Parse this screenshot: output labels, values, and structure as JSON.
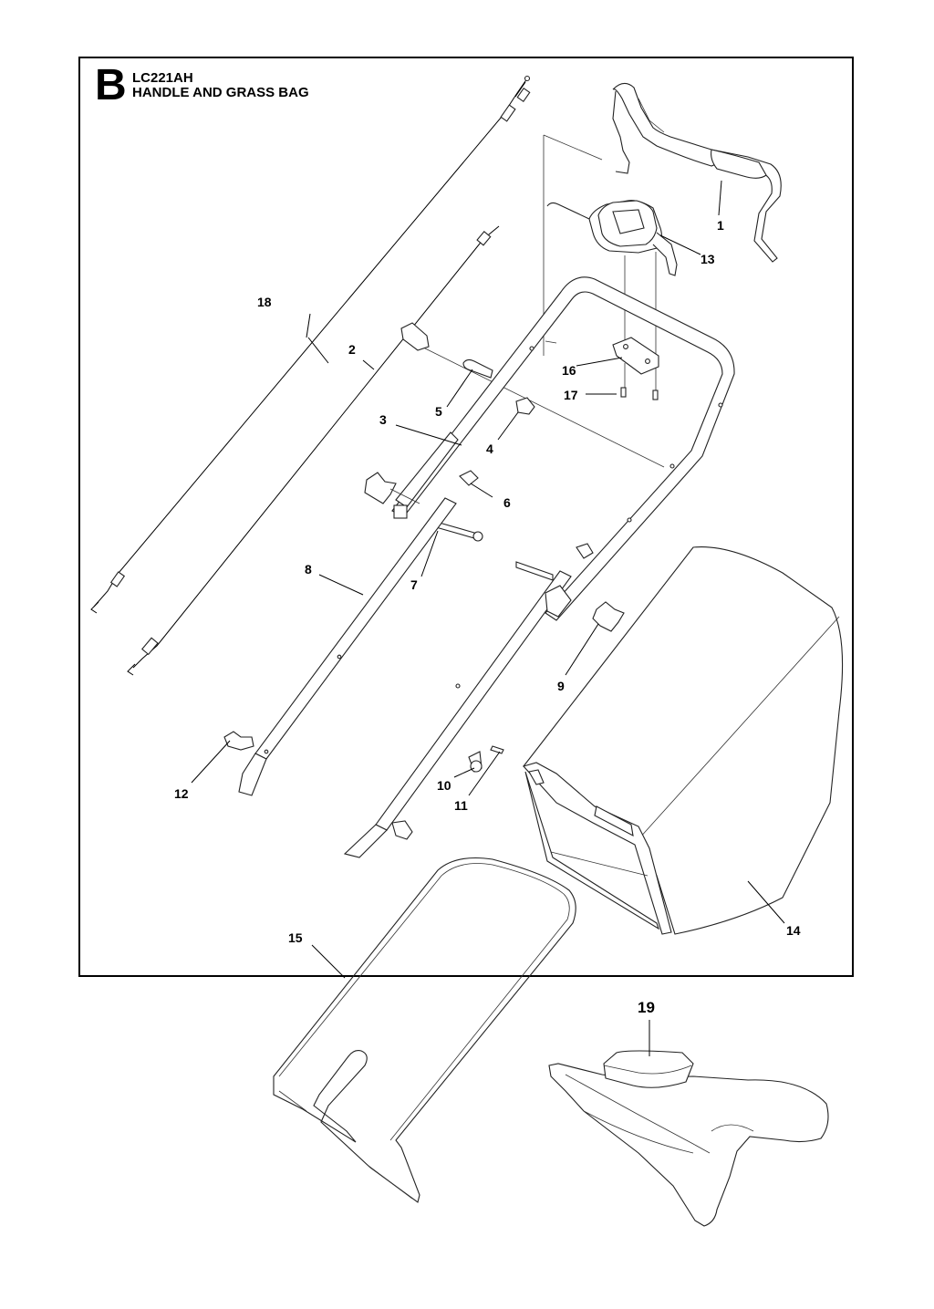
{
  "header": {
    "section_letter": "B",
    "model": "LC221AH",
    "title": "HANDLE AND GRASS BAG"
  },
  "callouts": {
    "c1": "1",
    "c2": "2",
    "c3": "3",
    "c4": "4",
    "c5": "5",
    "c6": "6",
    "c7": "7",
    "c8": "8",
    "c9": "9",
    "c10": "10",
    "c11": "11",
    "c12": "12",
    "c13": "13",
    "c14": "14",
    "c15": "15",
    "c16": "16",
    "c17": "17",
    "c18": "18",
    "c19": "19"
  }
}
